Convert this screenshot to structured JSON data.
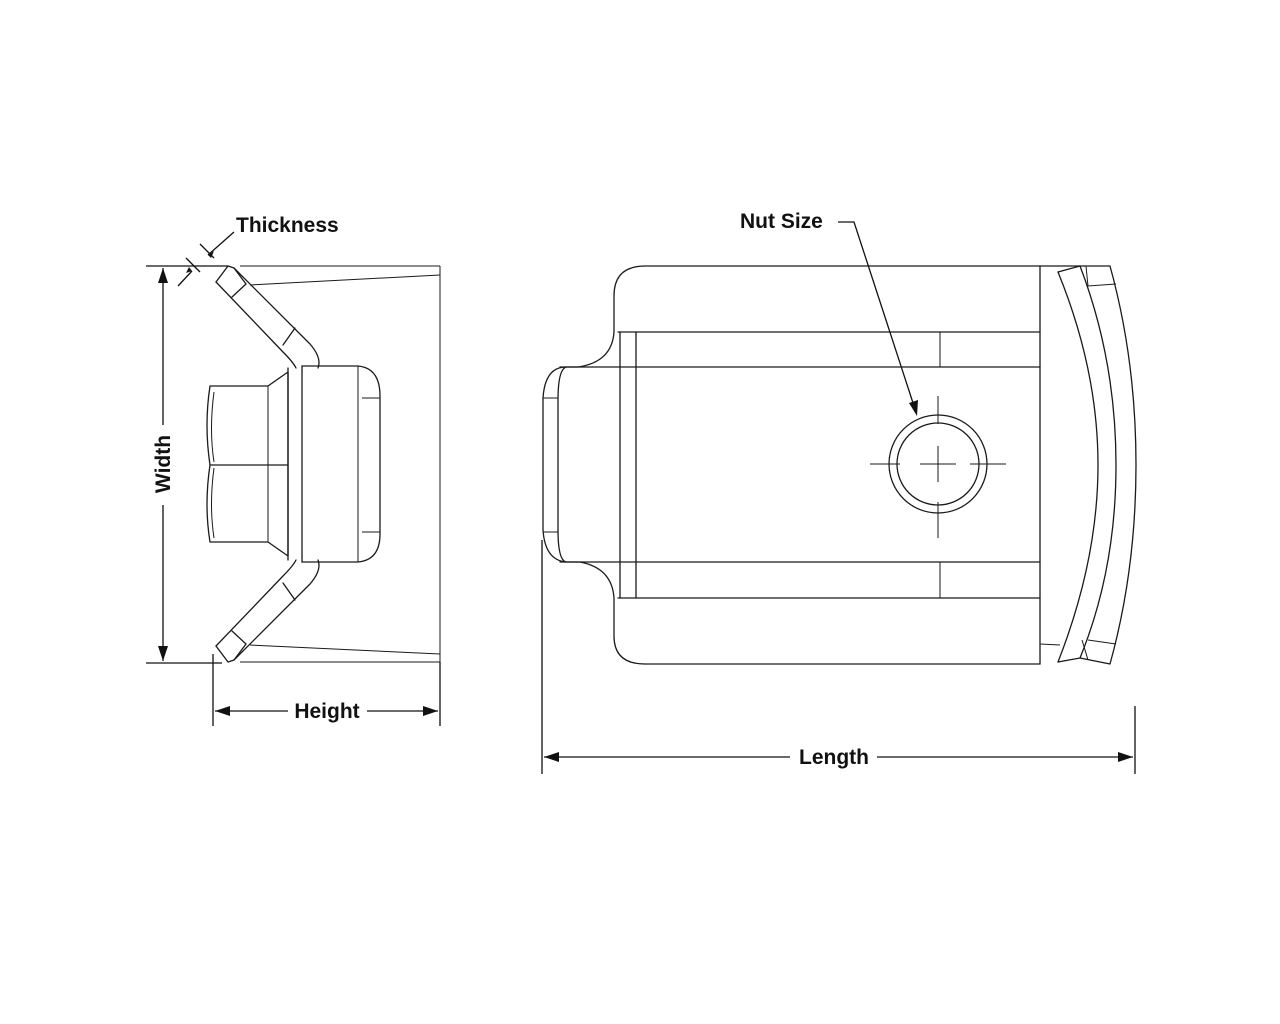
{
  "labels": {
    "thickness": "Thickness",
    "width": "Width",
    "height": "Height",
    "nut_size": "Nut Size",
    "length": "Length"
  }
}
